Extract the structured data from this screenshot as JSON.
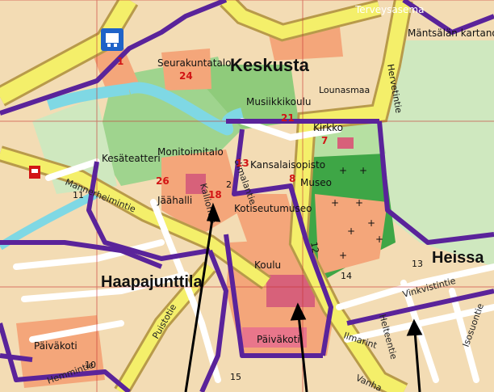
{
  "colors": {
    "background": "#f3dcb4",
    "residential": "#f4a67a",
    "park": "#9fd48e",
    "forest_light": "#cfe8bf",
    "cemetery": "#2f9a3a",
    "road_main": "#f4ef6a",
    "road_edge": "#b89a4a",
    "river": "#7fd8e4",
    "boundary": "#5a239a",
    "grid": "#c83232",
    "label_number": "#d21414",
    "label_text": "#111111"
  },
  "labels": {
    "keskusta": "Keskusta",
    "mantsalan_kartano": "Mäntsälän kartano",
    "seurakunta": "Seurakuntatalo",
    "musiikkikoulu": "Musiikkikoulu",
    "lounasmaa": "Lounasmaa",
    "kirkko": "Kirkko",
    "kesateatteri": "Kesäteatteri",
    "monitoimitalo": "Monitoimitalo",
    "kansalaisopisto": "Kansalaisopisto",
    "museo": "Museo",
    "jaahalli": "Jäähalli",
    "kotiseutumuseo": "Kotiseutumuseo",
    "koulu": "Koulu",
    "paivakoti_center": "Päiväkoti",
    "paivakoti_left": "Päiväkoti",
    "haapajunttila": "Haapajunttila",
    "heissa": "Heissa",
    "terveysasema": "Terveysasema",
    "hervetie": "Hervetintie"
  },
  "streets": {
    "mannertie": "Mannerheimintie",
    "puistotie": "Puistotie",
    "kalliontie": "Kalliontie",
    "uimalantie": "Uimalantie",
    "ilmarint": "Ilmarint",
    "vinkkitie": "Vinkvistintie",
    "hemmintie": "Hemmintie",
    "isosuontie": "Isosuontie",
    "helteentie": "Helteentie",
    "vanha": "Vanha"
  },
  "numbers": {
    "n1": "1",
    "n7": "7",
    "n8": "8",
    "n13": "13",
    "n18": "18",
    "n21": "21",
    "n24": "24",
    "n26": "26",
    "g2": "2",
    "g11": "11",
    "g12": "12",
    "g13": "13",
    "g14": "14",
    "g15": "15",
    "g10": "10"
  },
  "icons": {
    "bus": "bus-station-icon",
    "fuel": "fuel-station-icon",
    "cemetery_cross": "cross-icon",
    "arrow": "arrow-pointer-icon"
  }
}
